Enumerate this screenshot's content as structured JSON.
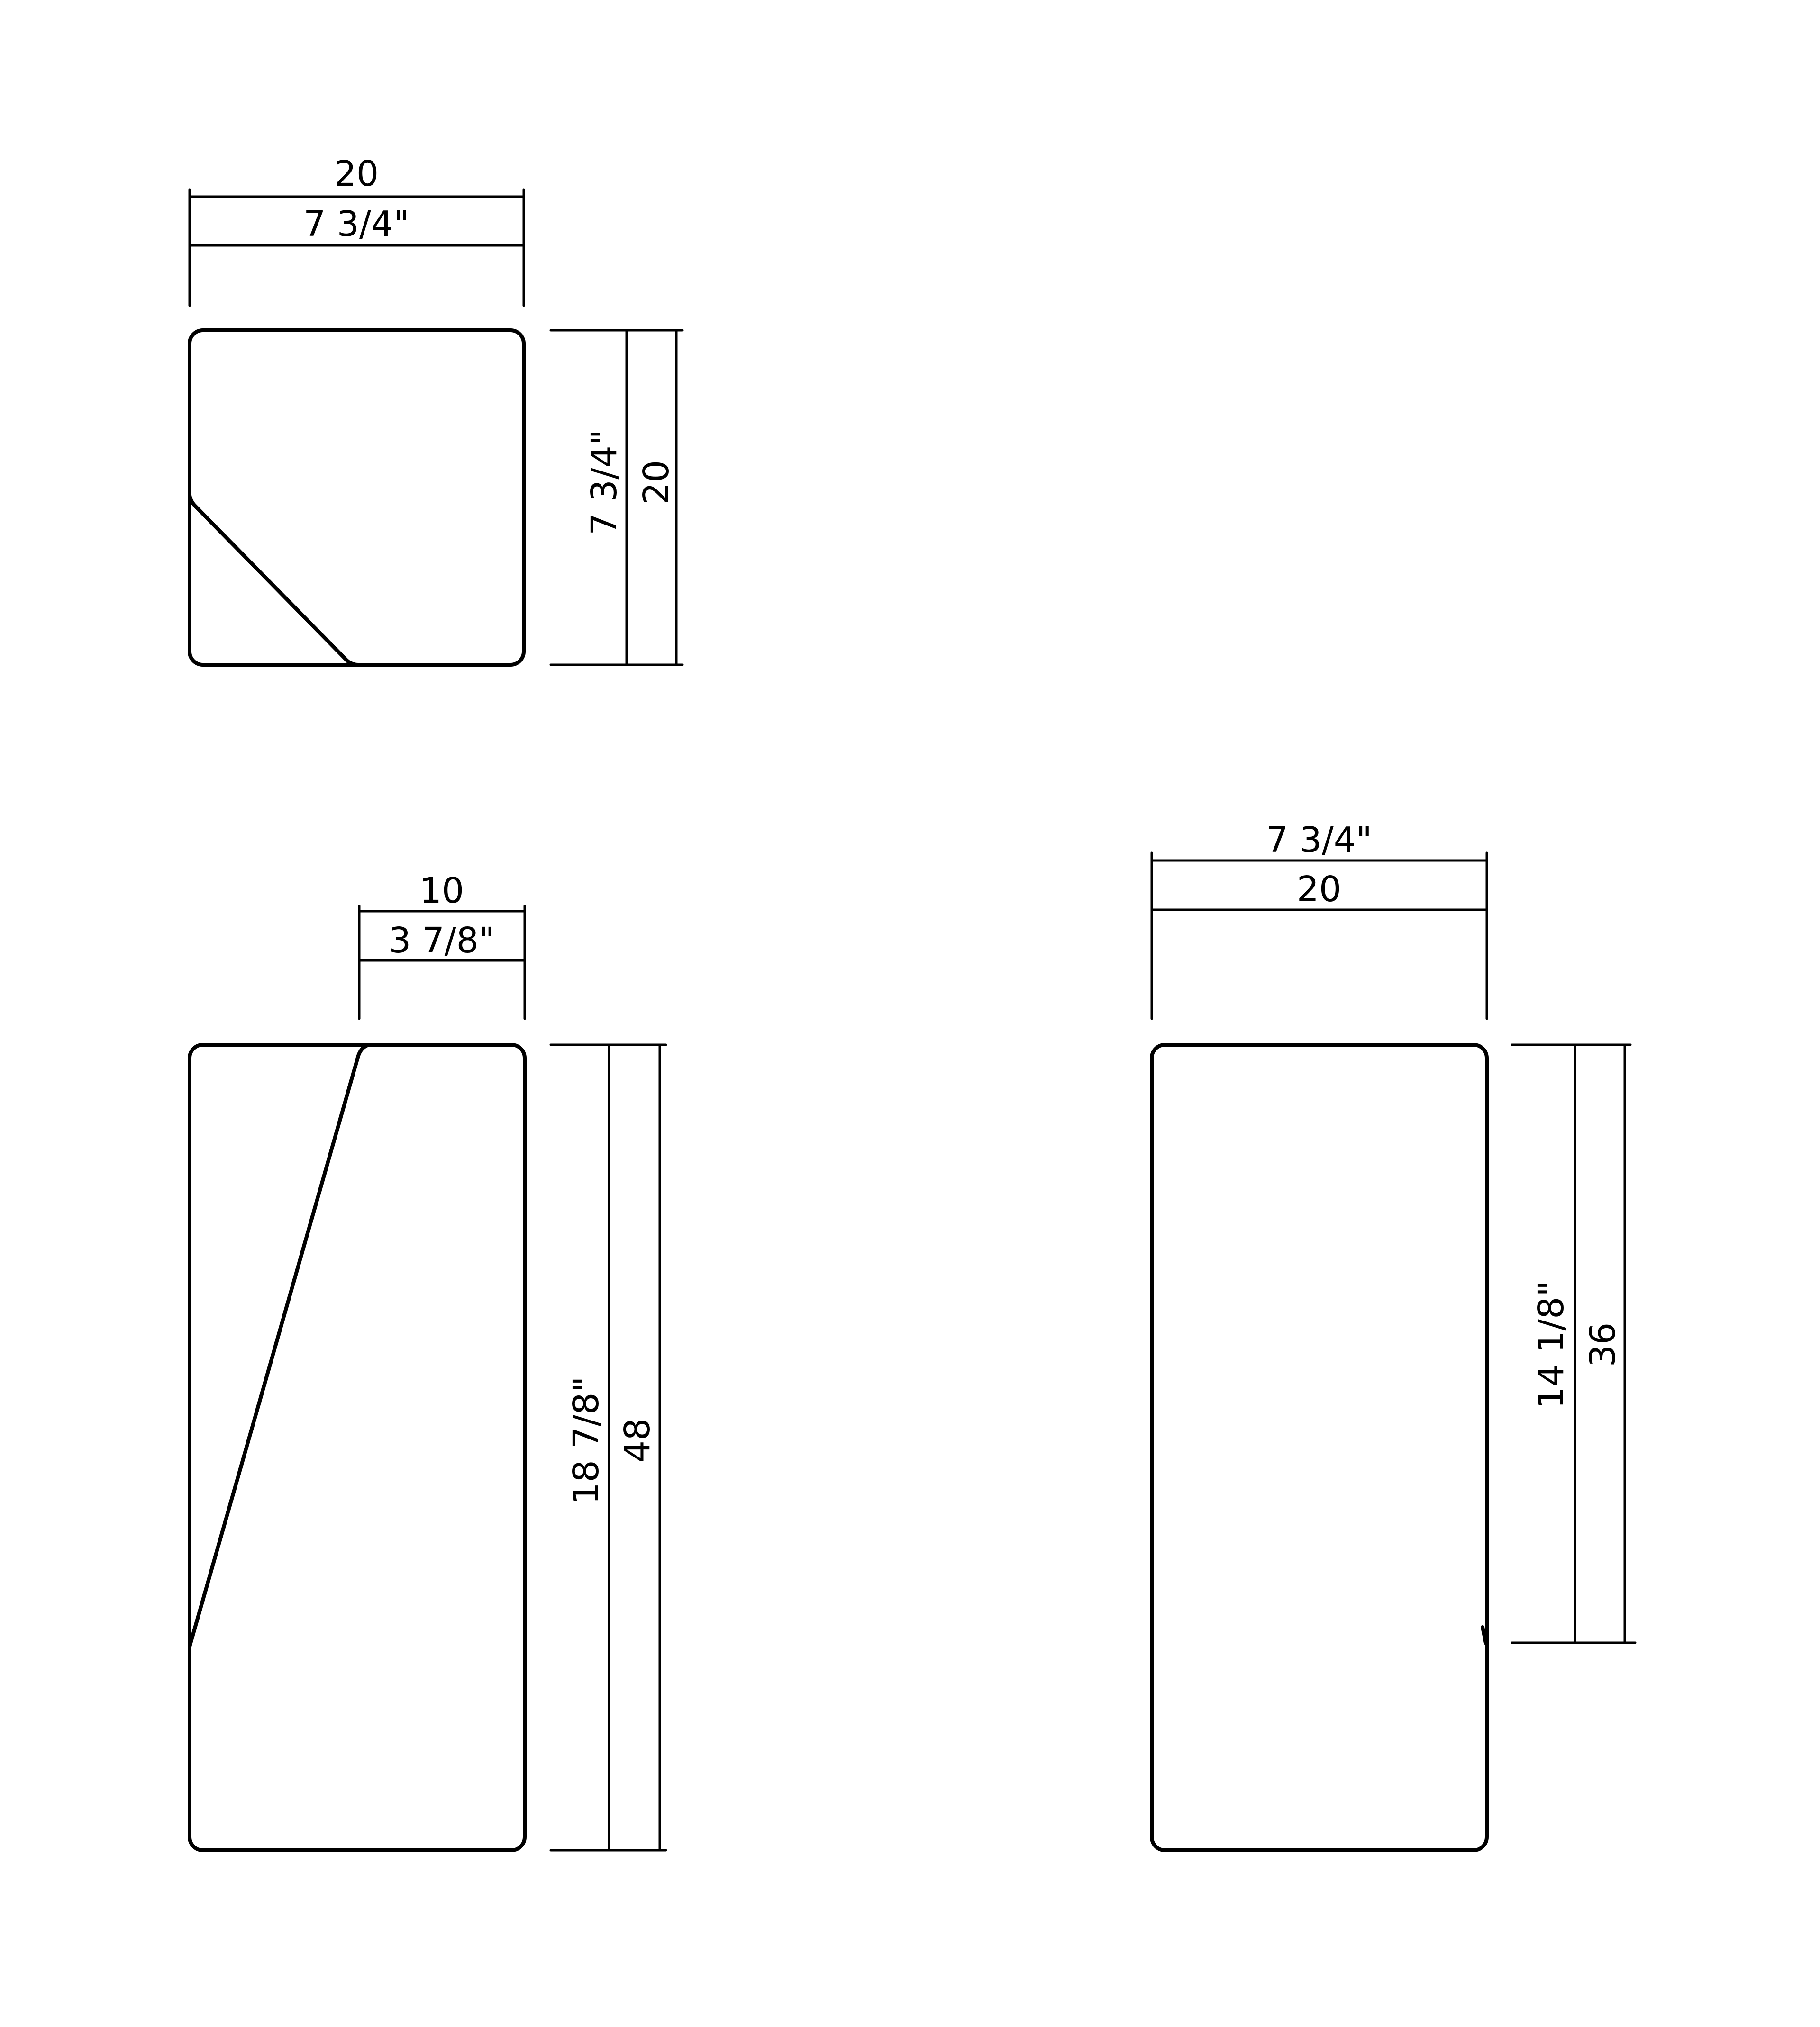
{
  "views": {
    "top_square": {
      "width_metric": "20",
      "width_imperial": "7 3/4\"",
      "height_imperial": "7 3/4\"",
      "height_metric": "20"
    },
    "side_tall": {
      "top_width_metric": "10",
      "top_width_imperial": "3 7/8\"",
      "height_imperial": "18 7/8\"",
      "height_metric": "48"
    },
    "front_tall": {
      "width_imperial": "7 3/4\"",
      "width_metric": "20",
      "height_imperial": "14 1/8\"",
      "height_metric": "36"
    }
  },
  "colors": {
    "stroke": "#000000",
    "background": "#ffffff"
  }
}
